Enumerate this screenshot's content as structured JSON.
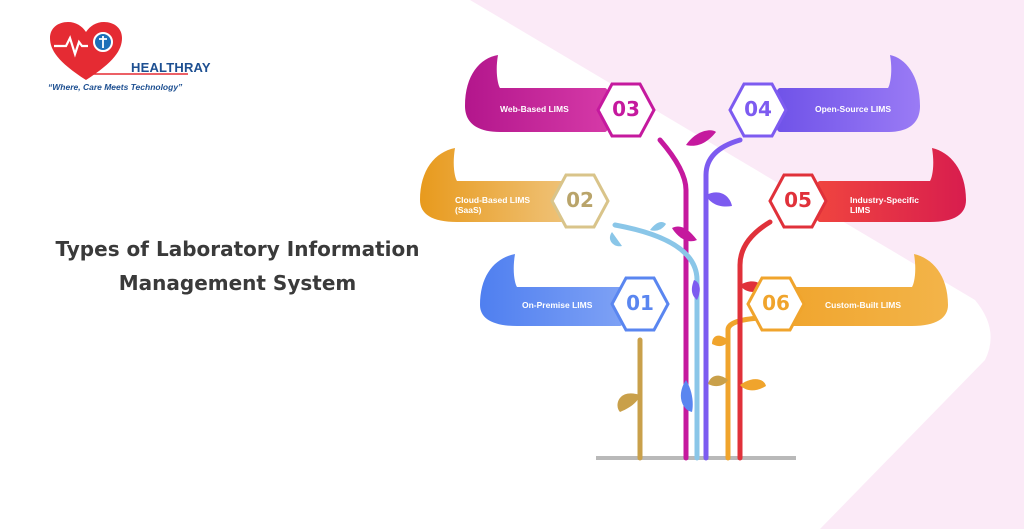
{
  "brand": {
    "name": "HEALTHRAY",
    "tagline": "“Where, Care Meets Technology”"
  },
  "title": {
    "line1": "Types of Laboratory Information",
    "line2": "Management System"
  },
  "items": [
    {
      "number": "01",
      "label": "On-Premise LIMS",
      "color": "#5a86f0"
    },
    {
      "number": "02",
      "label": "Cloud-Based LIMS (SaaS)",
      "color": "#e6a12a"
    },
    {
      "number": "03",
      "label": "Web-Based LIMS",
      "color": "#c5199e"
    },
    {
      "number": "04",
      "label": "Open-Source LIMS",
      "color": "#7d5bf0"
    },
    {
      "number": "05",
      "label": "Industry-Specific LIMS",
      "color": "#e0313a"
    },
    {
      "number": "06",
      "label": "Custom-Built LIMS",
      "color": "#f0a42c"
    }
  ],
  "colors": {
    "background_accent": "#fbeaf7",
    "title_text": "#3a3a3a",
    "brand_blue": "#1d4f91",
    "brand_red": "#e52b33"
  }
}
